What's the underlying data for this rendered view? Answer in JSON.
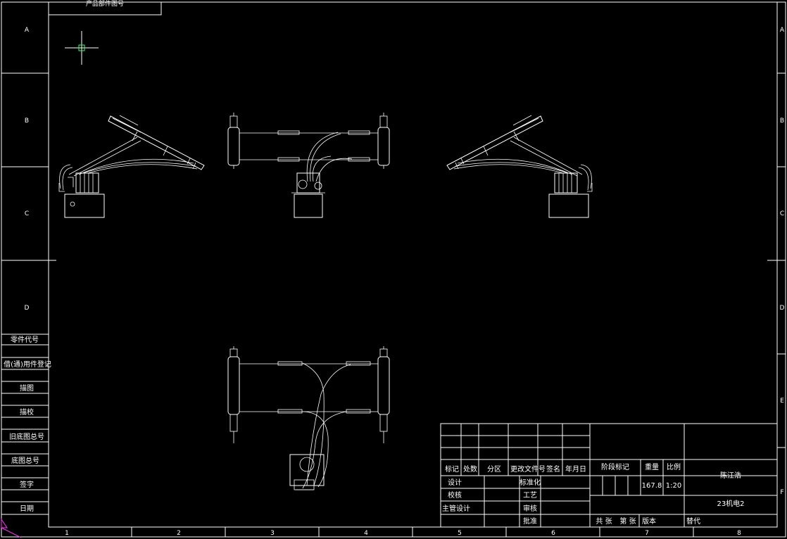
{
  "drawing": {
    "top_tab_label": "产品部件图号",
    "zones_rows": [
      "A",
      "B",
      "C",
      "D",
      "E",
      "F"
    ],
    "zones_cols": [
      "1",
      "2",
      "3",
      "4",
      "5",
      "6",
      "7",
      "8"
    ]
  },
  "side_table": [
    "零件代号",
    "借(通)用件登记",
    "描图",
    "描校",
    "旧底图总号",
    "底图总号",
    "签字",
    "日期"
  ],
  "title_block": {
    "headers": {
      "mark": "标记",
      "count": "处数",
      "zone": "分区",
      "change_doc": "更改文件号",
      "signature": "签名",
      "date": "年月日",
      "stage_mark": "阶段标记",
      "weight": "重量",
      "scale": "比例"
    },
    "roles": {
      "design": "设计",
      "check": "校核",
      "chief": "主管设计",
      "standard": "标准化",
      "process": "工艺",
      "review": "审核",
      "approve": "批准"
    },
    "weight_value": "167.8",
    "scale_value": "1:20",
    "company": "陈江浩",
    "drawing_no": "23机电2",
    "sheet_total": "共 张",
    "sheet_no": "第 张",
    "version": "版本",
    "replace": "替代"
  },
  "colors": {
    "background": "#000000",
    "lines": "#ffffff",
    "cursor": "#33ff66",
    "corner": "#ff33ff"
  }
}
